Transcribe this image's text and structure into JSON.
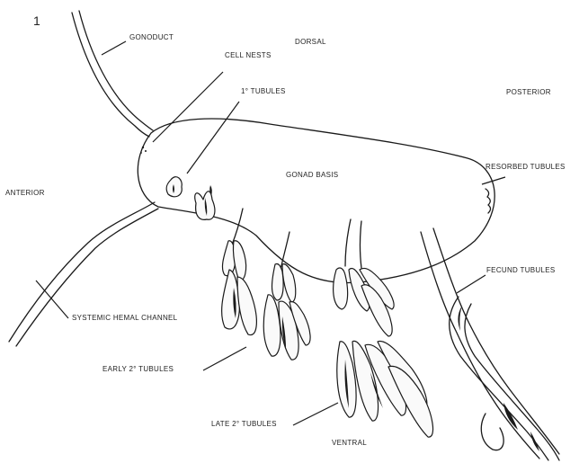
{
  "figure_number": "1",
  "labels": {
    "gonoduct": "GONODUCT",
    "dorsal": "DORSAL",
    "cell_nests": "CELL NESTS",
    "primary_tubules": "1° TUBULES",
    "posterior": "POSTERIOR",
    "resorbed_tubules": "RESORBED TUBULES",
    "gonad_basis": "GONAD BASIS",
    "anterior": "ANTERIOR",
    "fecund_tubules": "FECUND TUBULES",
    "systemic_hemal_channel": "SYSTEMIC HEMAL CHANNEL",
    "early_secondary_tubules": "EARLY 2° TUBULES",
    "late_secondary_tubules": "LATE 2° TUBULES",
    "ventral": "VENTRAL"
  }
}
